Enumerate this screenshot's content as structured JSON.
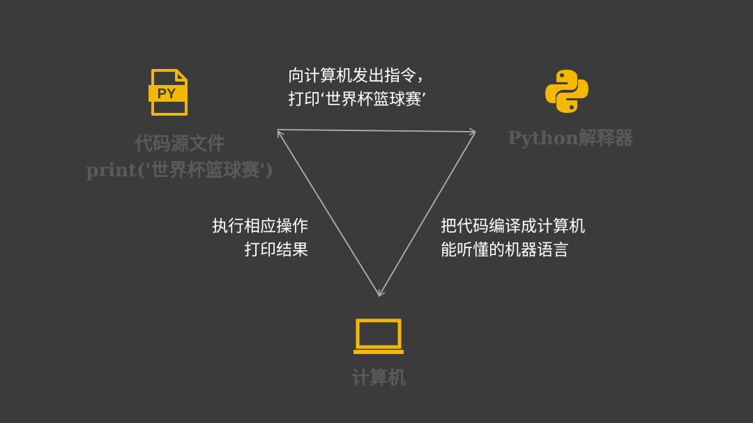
{
  "nodes": {
    "source_file": {
      "icon": "python-file-icon",
      "icon_text": "PY",
      "label_line1": "代码源文件",
      "label_line2": "print('世界杯篮球赛')"
    },
    "interpreter": {
      "icon": "python-logo-icon",
      "label": "Python解释器"
    },
    "computer": {
      "icon": "laptop-icon",
      "label": "计算机"
    }
  },
  "edges": {
    "top": {
      "line1": "向计算机发出指令，",
      "line2": "打印‘世界杯篮球赛’"
    },
    "right": {
      "line1": "把代码编译成计算机",
      "line2": "能听懂的机器语言"
    },
    "left": {
      "line1": "执行相应操作",
      "line2": "打印结果"
    }
  },
  "colors": {
    "background": "#3b3b3b",
    "accent": "#f5b800",
    "node_text": "#5a5a5a",
    "edge_text": "#ffffff",
    "line": "#b0b0b0"
  }
}
